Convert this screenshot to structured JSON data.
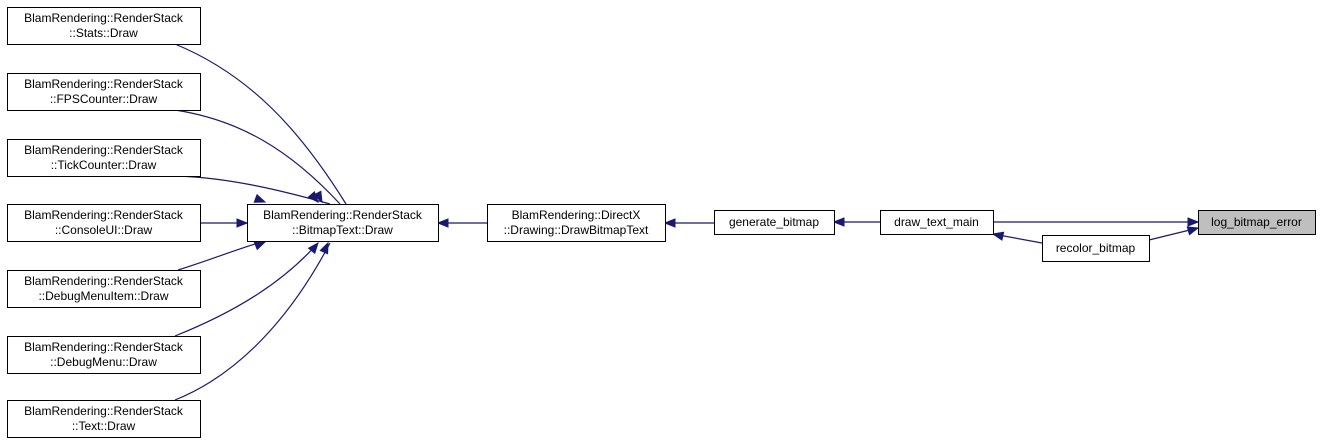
{
  "diagram": {
    "colors": {
      "edge": "#191970",
      "node_border": "#000000",
      "node_fill": "#ffffff",
      "highlight_fill": "#bfbfbf"
    },
    "nodes": [
      {
        "id": "stats",
        "lines": [
          "BlamRendering::RenderStack",
          "::Stats::Draw"
        ]
      },
      {
        "id": "fps",
        "lines": [
          "BlamRendering::RenderStack",
          "::FPSCounter::Draw"
        ]
      },
      {
        "id": "tick",
        "lines": [
          "BlamRendering::RenderStack",
          "::TickCounter::Draw"
        ]
      },
      {
        "id": "console",
        "lines": [
          "BlamRendering::RenderStack",
          "::ConsoleUI::Draw"
        ]
      },
      {
        "id": "debugitem",
        "lines": [
          "BlamRendering::RenderStack",
          "::DebugMenuItem::Draw"
        ]
      },
      {
        "id": "debugmenu",
        "lines": [
          "BlamRendering::RenderStack",
          "::DebugMenu::Draw"
        ]
      },
      {
        "id": "text",
        "lines": [
          "BlamRendering::RenderStack",
          "::Text::Draw"
        ]
      },
      {
        "id": "bitmaptext",
        "lines": [
          "BlamRendering::RenderStack",
          "::BitmapText::Draw"
        ]
      },
      {
        "id": "directx",
        "lines": [
          "BlamRendering::DirectX",
          "::Drawing::DrawBitmapText"
        ]
      },
      {
        "id": "genbitmap",
        "lines": [
          "generate_bitmap"
        ]
      },
      {
        "id": "drawtext",
        "lines": [
          "draw_text_main"
        ]
      },
      {
        "id": "recolor",
        "lines": [
          "recolor_bitmap"
        ]
      },
      {
        "id": "logerror",
        "lines": [
          "log_bitmap_error"
        ],
        "highlight": true
      }
    ],
    "edges": [
      {
        "from": "bitmaptext",
        "to": "stats"
      },
      {
        "from": "bitmaptext",
        "to": "fps"
      },
      {
        "from": "bitmaptext",
        "to": "tick"
      },
      {
        "from": "bitmaptext",
        "to": "console"
      },
      {
        "from": "bitmaptext",
        "to": "debugitem"
      },
      {
        "from": "bitmaptext",
        "to": "debugmenu"
      },
      {
        "from": "bitmaptext",
        "to": "text"
      },
      {
        "from": "directx",
        "to": "bitmaptext"
      },
      {
        "from": "genbitmap",
        "to": "directx"
      },
      {
        "from": "drawtext",
        "to": "genbitmap"
      },
      {
        "from": "logerror",
        "to": "drawtext"
      },
      {
        "from": "recolor",
        "to": "drawtext"
      },
      {
        "from": "logerror",
        "to": "recolor"
      }
    ]
  }
}
